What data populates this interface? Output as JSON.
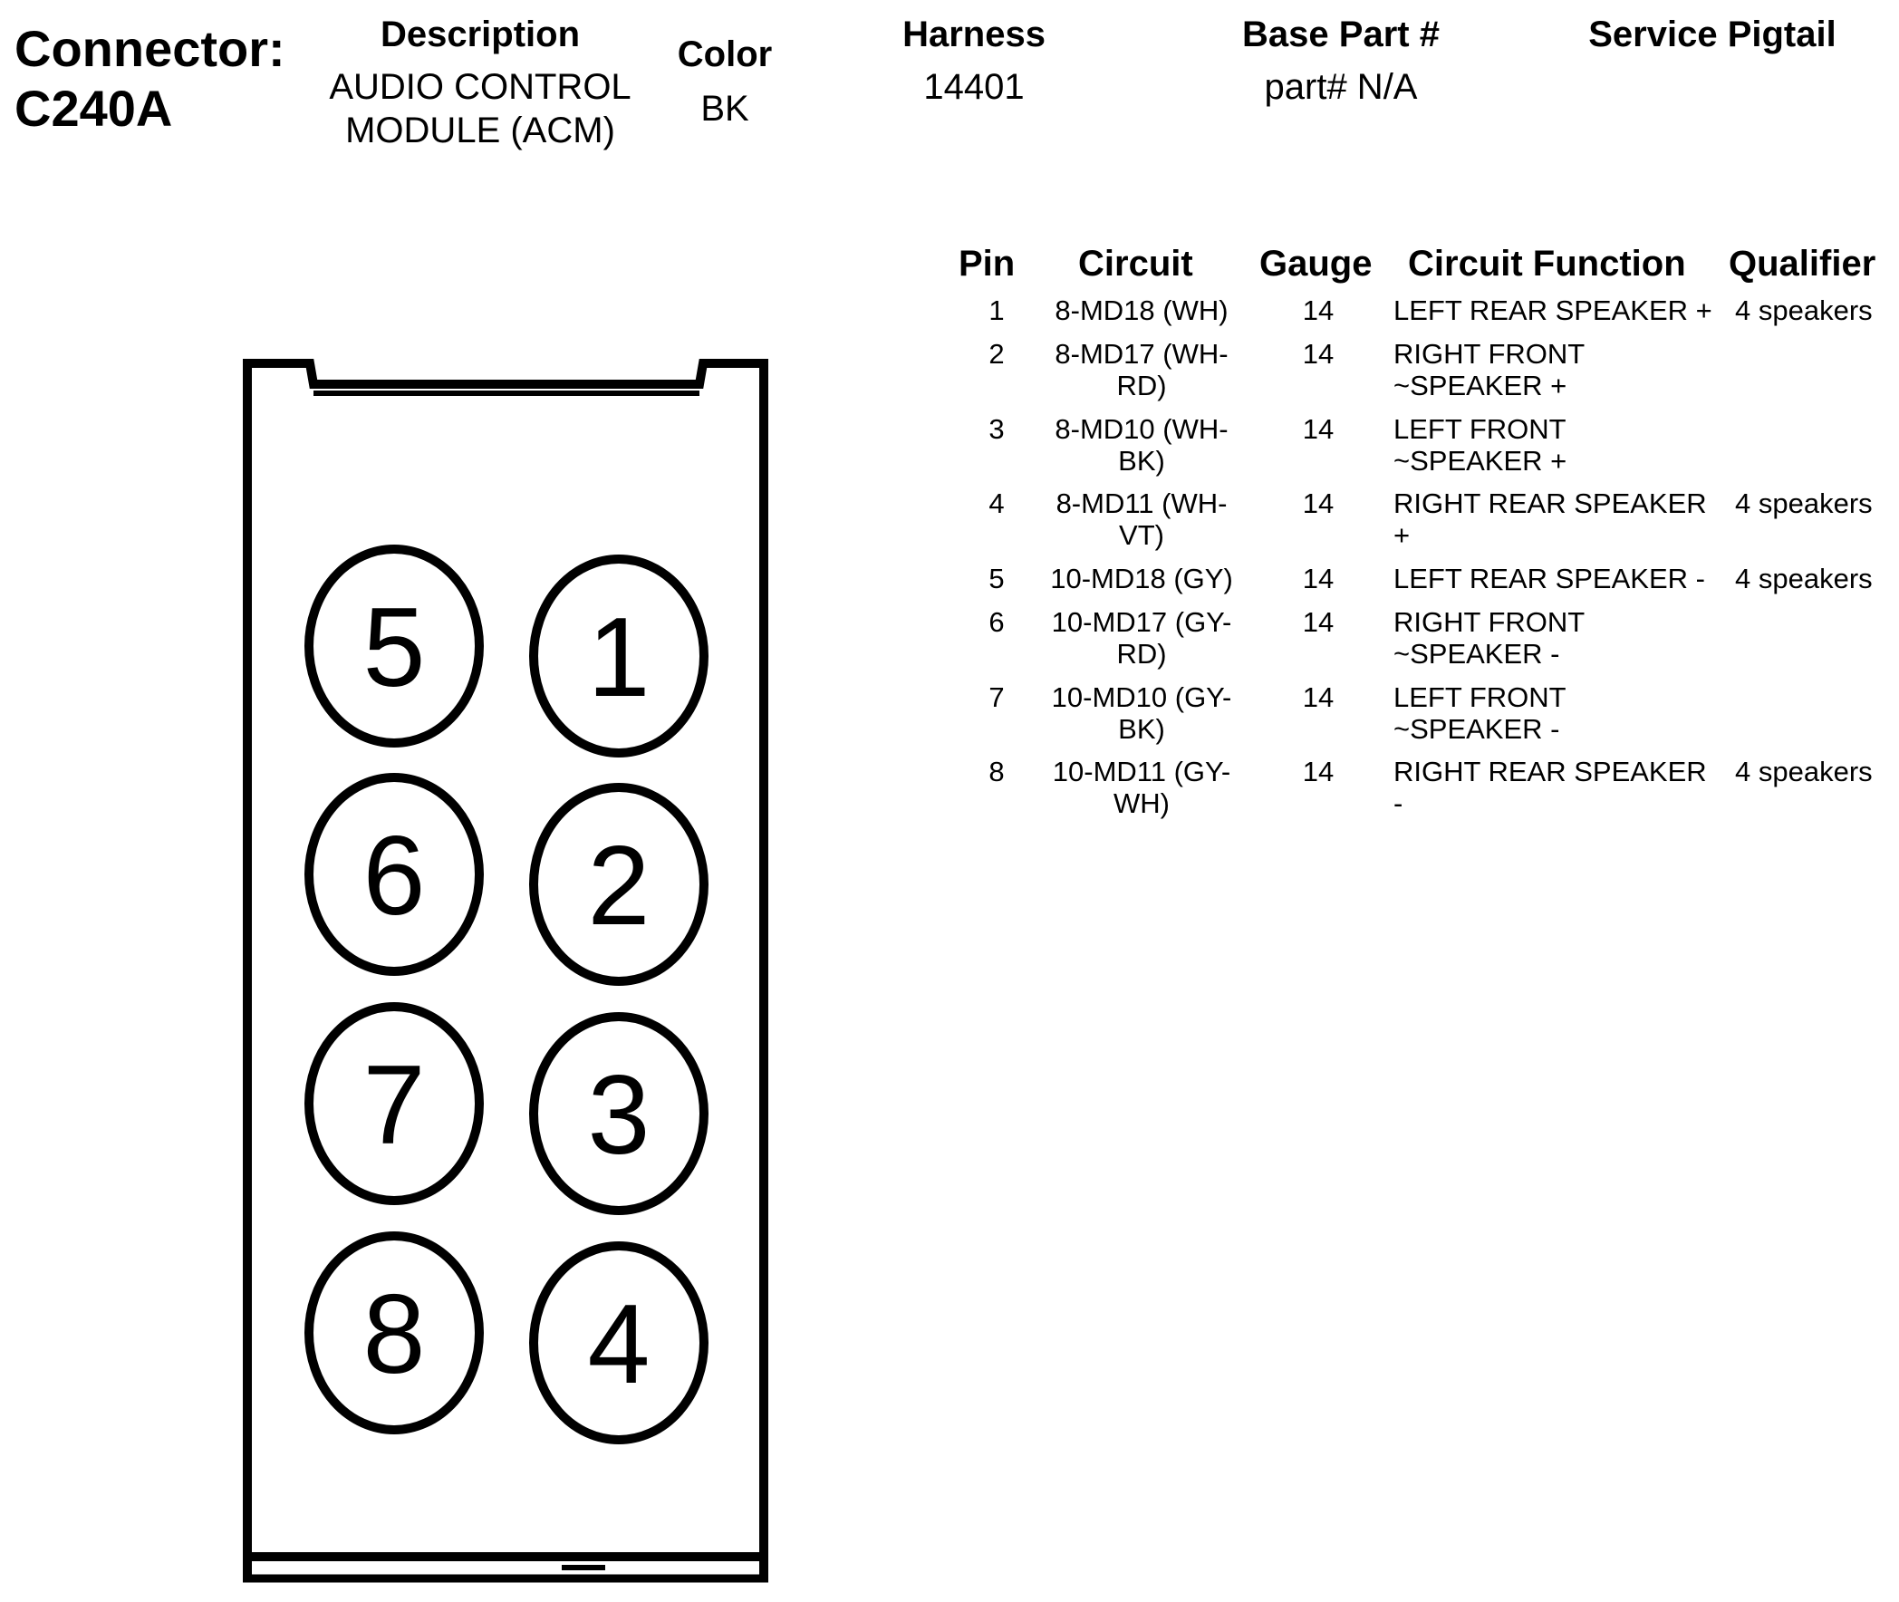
{
  "header": {
    "connector_label": "Connector:",
    "connector_id": "C240A",
    "description_label": "Description",
    "description_value": "AUDIO CONTROL\nMODULE (ACM)",
    "color_label": "Color",
    "color_value": "BK",
    "harness_label": "Harness",
    "harness_value": "14401",
    "base_part_label": "Base Part #",
    "base_part_value": "part# N/A",
    "service_pigtail_label": "Service Pigtail"
  },
  "connector": {
    "cavities": [
      "5",
      "1",
      "6",
      "2",
      "7",
      "3",
      "8",
      "4"
    ]
  },
  "pin_table": {
    "columns": {
      "pin": "Pin",
      "circuit": "Circuit",
      "gauge": "Gauge",
      "function": "Circuit Function",
      "qualifier": "Qualifier"
    },
    "rows": [
      {
        "pin": "1",
        "circuit": "8-MD18 (WH)",
        "gauge": "14",
        "function": "LEFT REAR SPEAKER +",
        "qualifier": "4 speakers"
      },
      {
        "pin": "2",
        "circuit": "8-MD17 (WH-\nRD)",
        "gauge": "14",
        "function": "RIGHT FRONT\n~SPEAKER +",
        "qualifier": ""
      },
      {
        "pin": "3",
        "circuit": "8-MD10 (WH-\nBK)",
        "gauge": "14",
        "function": "LEFT FRONT\n~SPEAKER +",
        "qualifier": ""
      },
      {
        "pin": "4",
        "circuit": "8-MD11 (WH-\nVT)",
        "gauge": "14",
        "function": "RIGHT REAR SPEAKER\n+",
        "qualifier": "4 speakers"
      },
      {
        "pin": "5",
        "circuit": "10-MD18 (GY)",
        "gauge": "14",
        "function": "LEFT REAR SPEAKER -",
        "qualifier": "4 speakers"
      },
      {
        "pin": "6",
        "circuit": "10-MD17 (GY-\nRD)",
        "gauge": "14",
        "function": "RIGHT FRONT\n~SPEAKER -",
        "qualifier": ""
      },
      {
        "pin": "7",
        "circuit": "10-MD10 (GY-\nBK)",
        "gauge": "14",
        "function": "LEFT FRONT\n~SPEAKER -",
        "qualifier": ""
      },
      {
        "pin": "8",
        "circuit": "10-MD11 (GY-\nWH)",
        "gauge": "14",
        "function": "RIGHT REAR SPEAKER\n-",
        "qualifier": "4 speakers"
      }
    ]
  }
}
